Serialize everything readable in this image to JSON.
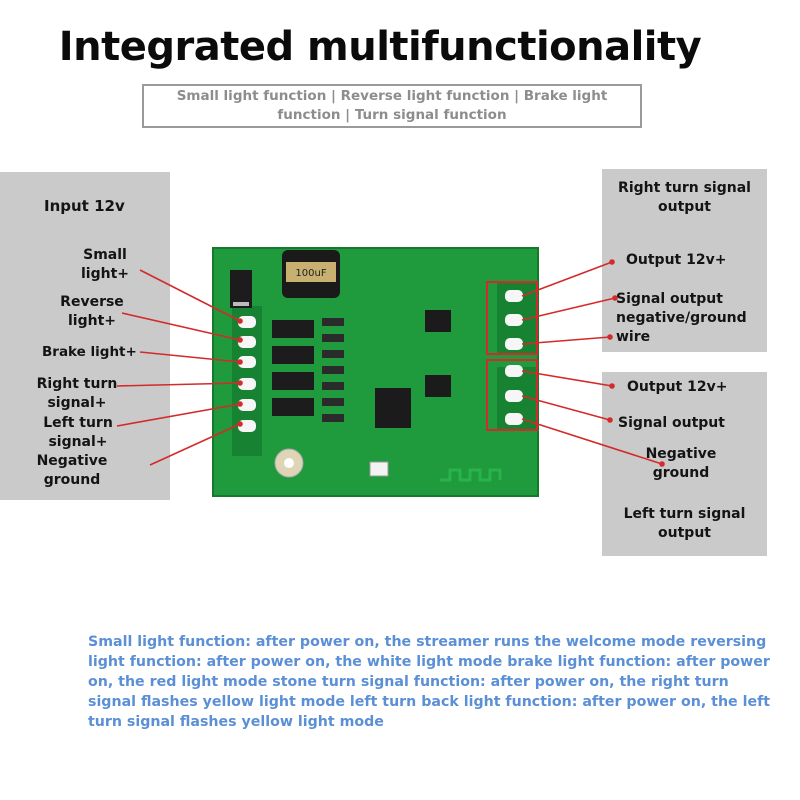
{
  "title": "Integrated multifunctionality",
  "subtitle": "Small light function | Reverse light function | Brake light function | Turn signal function",
  "left_labels": {
    "input": "Input 12v",
    "small_light": "Small light+",
    "reverse_light": "Reverse light+",
    "brake_light": "Brake light+",
    "right_turn": "Right turn signal+",
    "left_turn": "Left turn signal+",
    "negative_ground": "Negative ground"
  },
  "right_labels": {
    "right_turn_output": "Right turn signal output",
    "output_12v_a": "Output 12v+",
    "signal_output_neg": "Signal output negative/ground wire",
    "output_12v_b": "Output 12v+",
    "signal_output": "Signal output",
    "negative_ground": "Negative ground",
    "left_turn_output": "Left turn signal output"
  },
  "description": "Small light function: after power on, the streamer runs the welcome mode reversing light function: after power on, the white light mode brake light function: after power on, the red light mode stone turn signal function: after power on, the right turn signal flashes yellow light mode left turn back light function: after power on, the left turn signal flashes yellow light mode",
  "colors": {
    "pcb_green": "#1f9a3c",
    "callout_red": "#d42a2a",
    "description_blue": "#5b8fd6",
    "panel_gray": "#cacaca"
  }
}
